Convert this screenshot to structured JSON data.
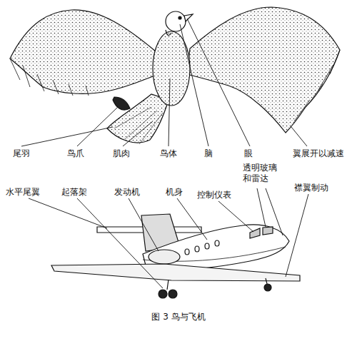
{
  "diagram": {
    "caption": "图 3 鸟与飞机",
    "labels": [
      "尾羽",
      "鸟爪",
      "肌肉",
      "鸟体",
      "脑",
      "眼",
      "翼展开以减速",
      "透明玻璃 和雷达",
      "襟翼制动",
      "水平尾翼",
      "起落架",
      "发动机",
      "机身",
      "控制仪表"
    ]
  }
}
